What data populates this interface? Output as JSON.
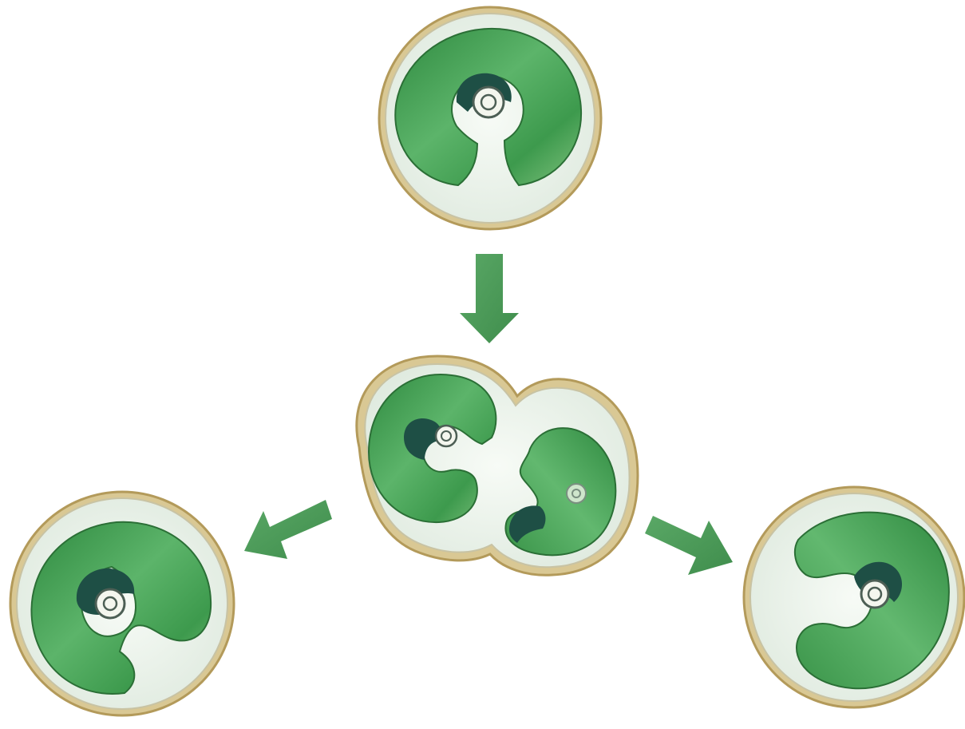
{
  "diagram": {
    "colors": {
      "background": "#ffffff",
      "wall": "#d8c99a",
      "wall_edge": "#b89f5e",
      "cytoplasm": "#eef4ef",
      "chloroplast_dark": "#2f7a3c",
      "chloroplast": "#4aa458",
      "chloroplast_light": "#8fcf8c",
      "pyrenoid": "#1f4e47",
      "nucleus_fill": "#f5f7f0",
      "nucleus_ring": "#5a6b5f",
      "arrow": "#4c9a57"
    },
    "stages": [
      "parent-cell",
      "dividing-cell",
      "daughter-cell-left",
      "daughter-cell-right"
    ]
  }
}
